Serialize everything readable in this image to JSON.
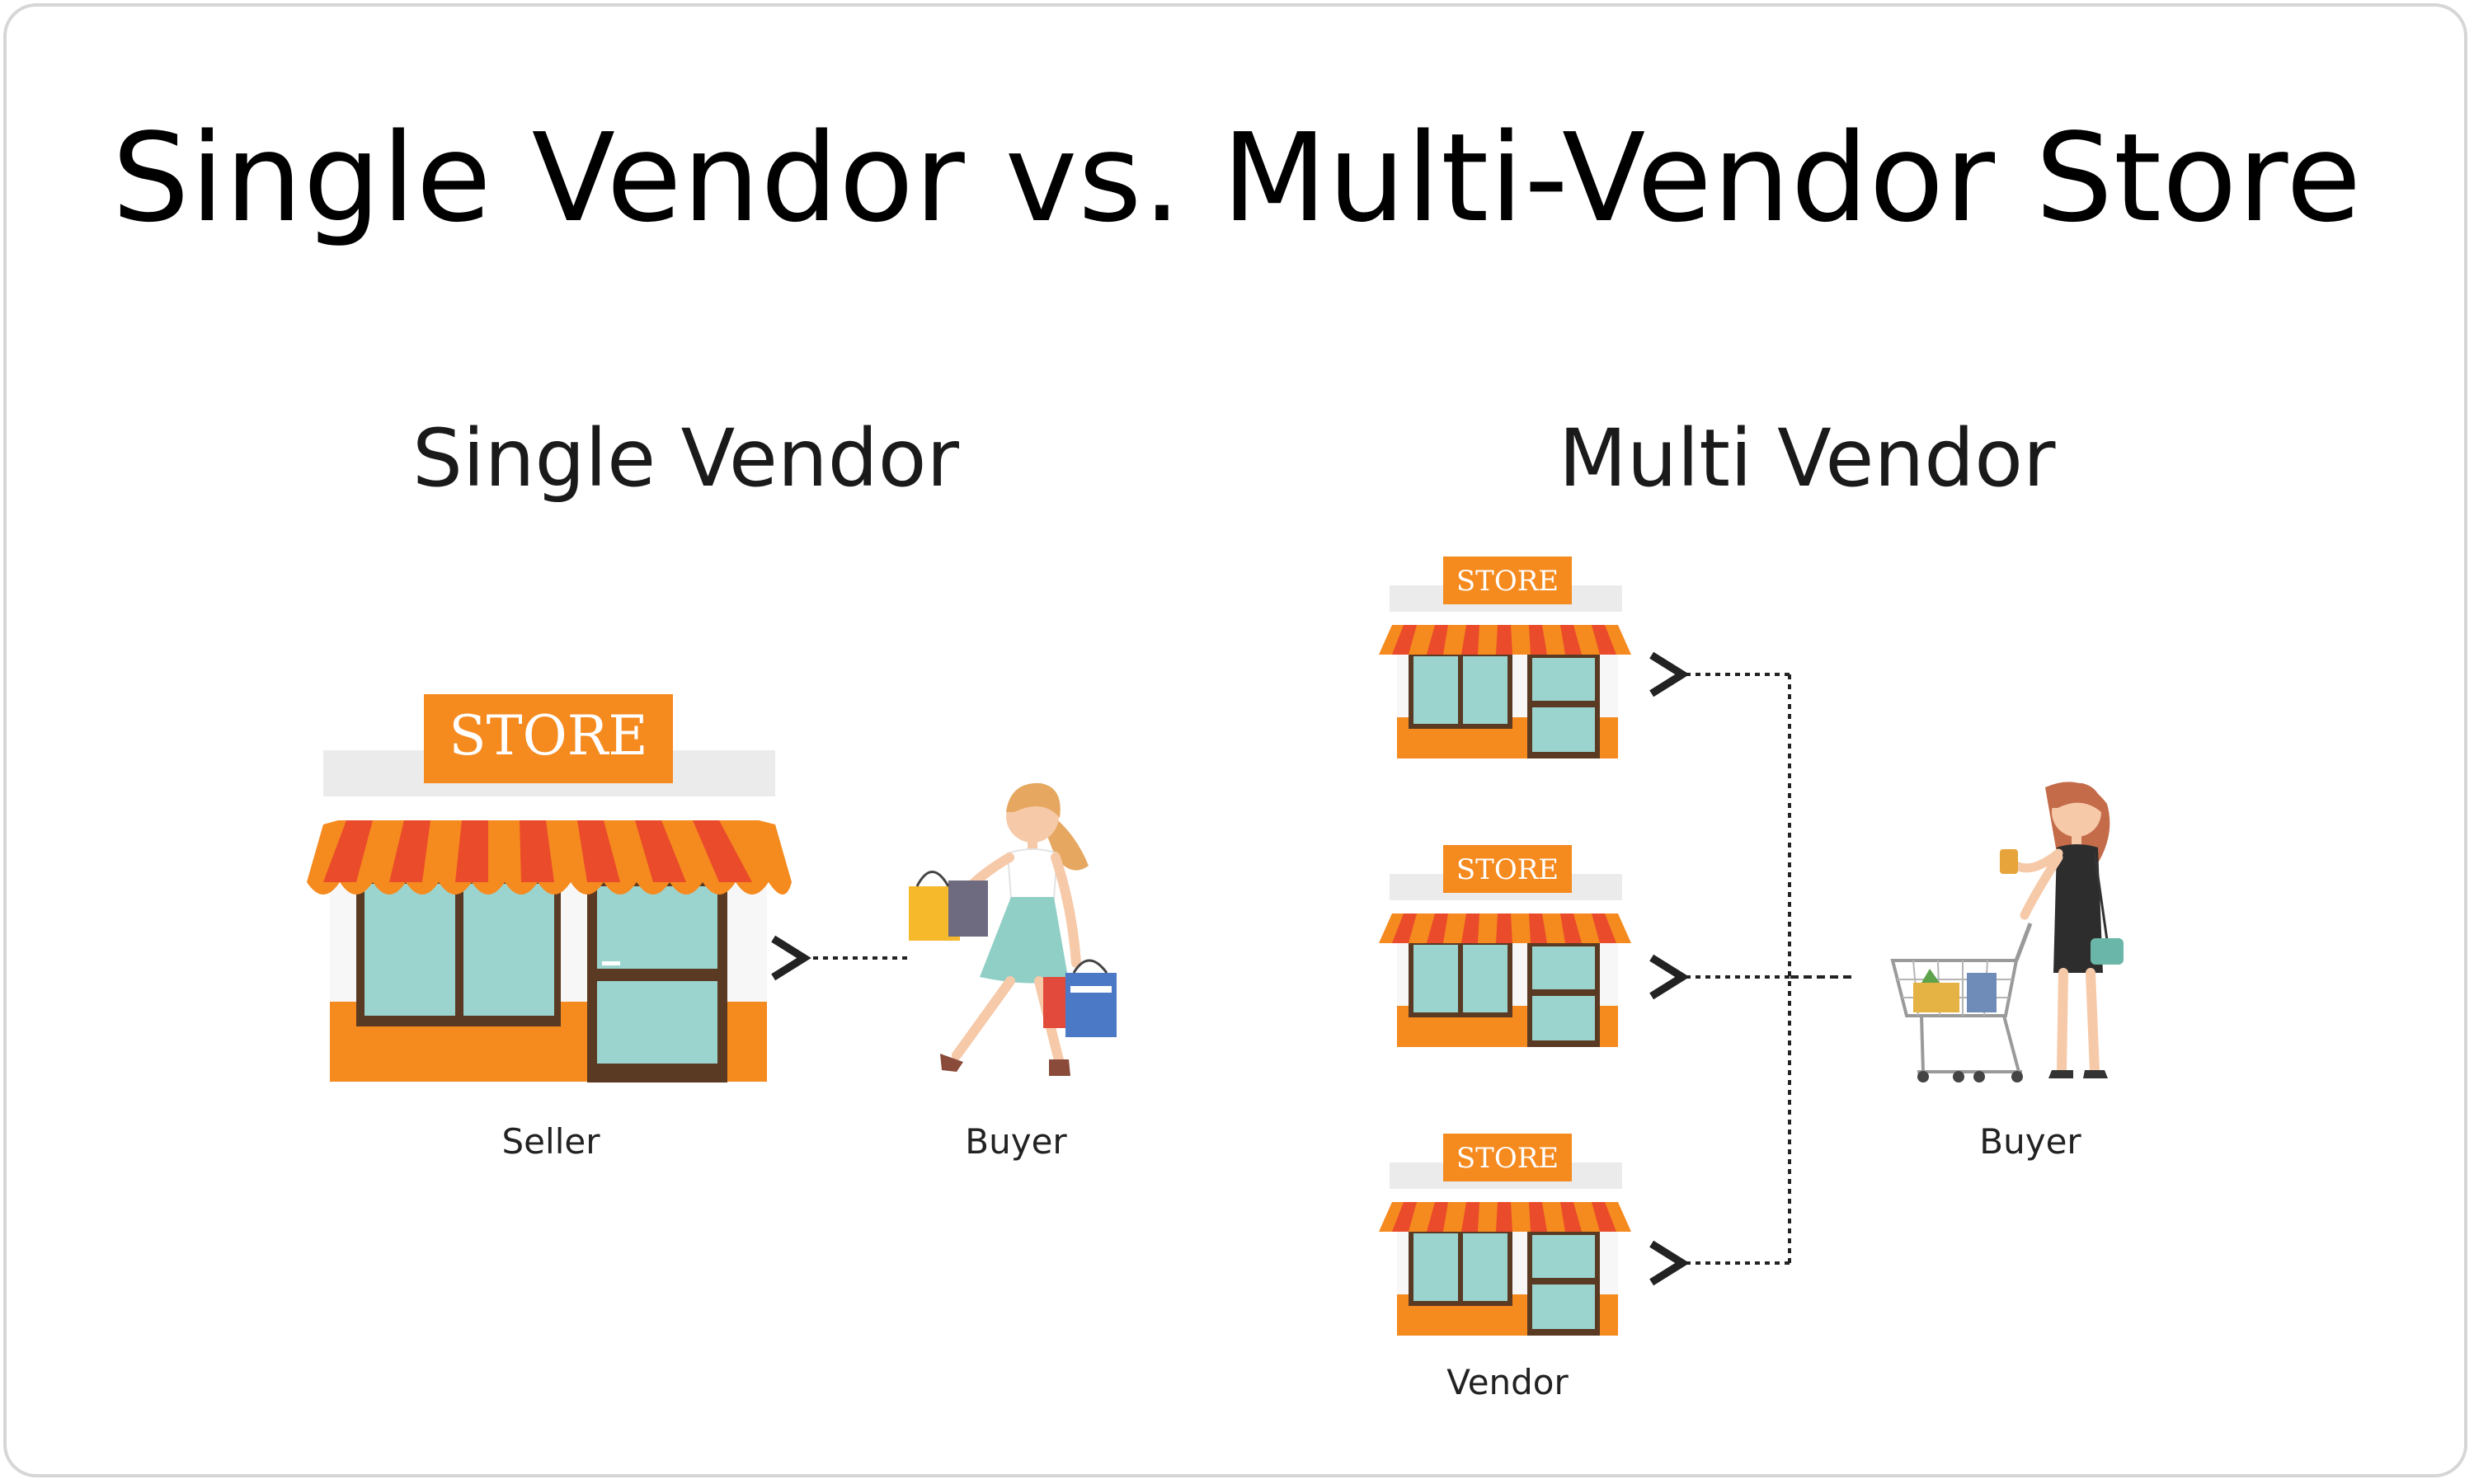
{
  "page": {
    "title": "Single Vendor vs. Multi-Vendor Store"
  },
  "single": {
    "heading": "Single Vendor",
    "store_sign": "STORE",
    "seller_label": "Seller",
    "buyer_label": "Buyer"
  },
  "multi": {
    "heading": "Multi Vendor",
    "store_sign": "STORE",
    "vendor_label": "Vendor",
    "buyer_label": "Buyer"
  },
  "colors": {
    "orange": "#f58a1f",
    "orange_dark": "#e8711a",
    "awning_red": "#ea4b2a",
    "glass": "#9bd4cf",
    "frame_brown": "#5a3a22",
    "roof_grey": "#ececec"
  }
}
